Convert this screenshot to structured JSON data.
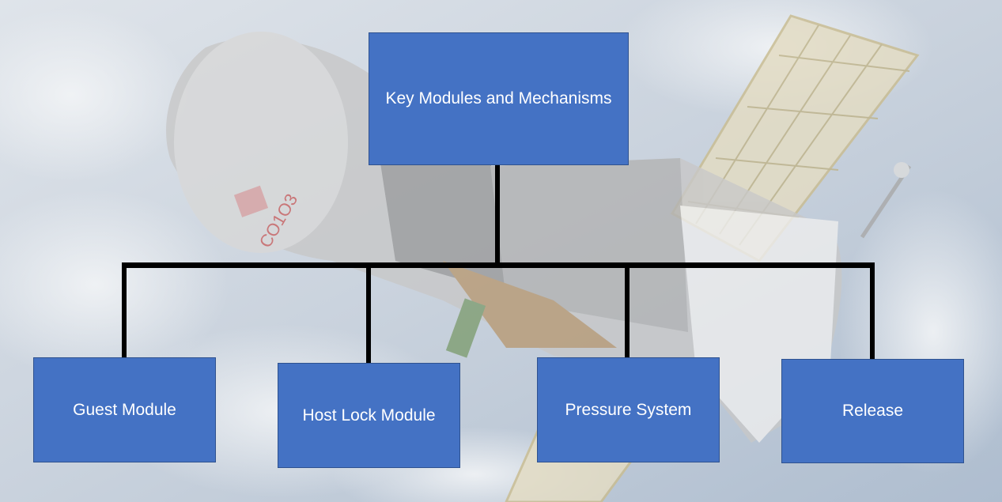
{
  "diagram": {
    "root": {
      "label": "Key Modules and Mechanisms"
    },
    "children": [
      {
        "label": "Guest Module"
      },
      {
        "label": "Host Lock Module"
      },
      {
        "label": "Pressure System"
      },
      {
        "label": "Release"
      }
    ]
  },
  "colors": {
    "node_fill": "#4472C4",
    "node_border": "#2F528F",
    "node_text": "#FFFFFF",
    "connector": "#000000"
  },
  "background": {
    "description_icon": "spacecraft-image"
  }
}
